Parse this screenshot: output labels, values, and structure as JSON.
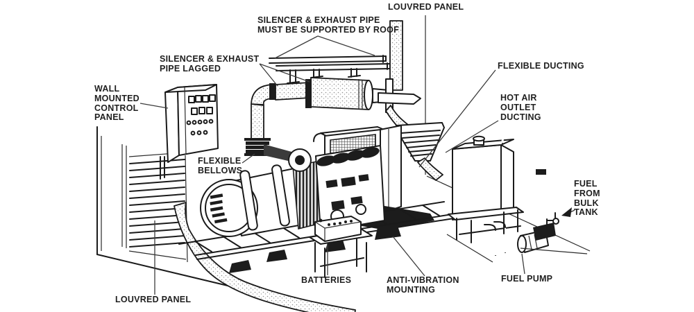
{
  "figure": {
    "title": "Generator set installation diagram",
    "background_color": "#ffffff",
    "line_color": "#1a1a1a",
    "description": "Cutaway line-art diagram of a diesel generator set plant room showing exhaust, cooling, fuel and control components"
  },
  "labels": {
    "louvred_panel_top": {
      "text": "LOUVRED PANEL"
    },
    "silencer_support": {
      "text": "SILENCER & EXHAUST PIPE\nMUST BE SUPPORTED BY ROOF"
    },
    "silencer_lagged": {
      "text": "SILENCER & EXHAUST\nPIPE LAGGED"
    },
    "wall_mounted_control_panel": {
      "text": "WALL\nMOUNTED\nCONTROL\nPANEL"
    },
    "flexible_ducting": {
      "text": "FLEXIBLE DUCTING"
    },
    "hot_air_outlet_ducting": {
      "text": "HOT AIR\nOUTLET\nDUCTING"
    },
    "flexible_bellows": {
      "text": "FLEXIBLE\nBELLOWS"
    },
    "fuel_from_bulk_tank": {
      "text": "FUEL\nFROM\nBULK\nTANK"
    },
    "batteries": {
      "text": "BATTERIES"
    },
    "anti_vibration_mounting": {
      "text": "ANTI-VIBRATION\nMOUNTING"
    },
    "fuel_pump": {
      "text": "FUEL PUMP"
    },
    "louvred_panel_bottom": {
      "text": "LOUVRED PANEL"
    }
  }
}
